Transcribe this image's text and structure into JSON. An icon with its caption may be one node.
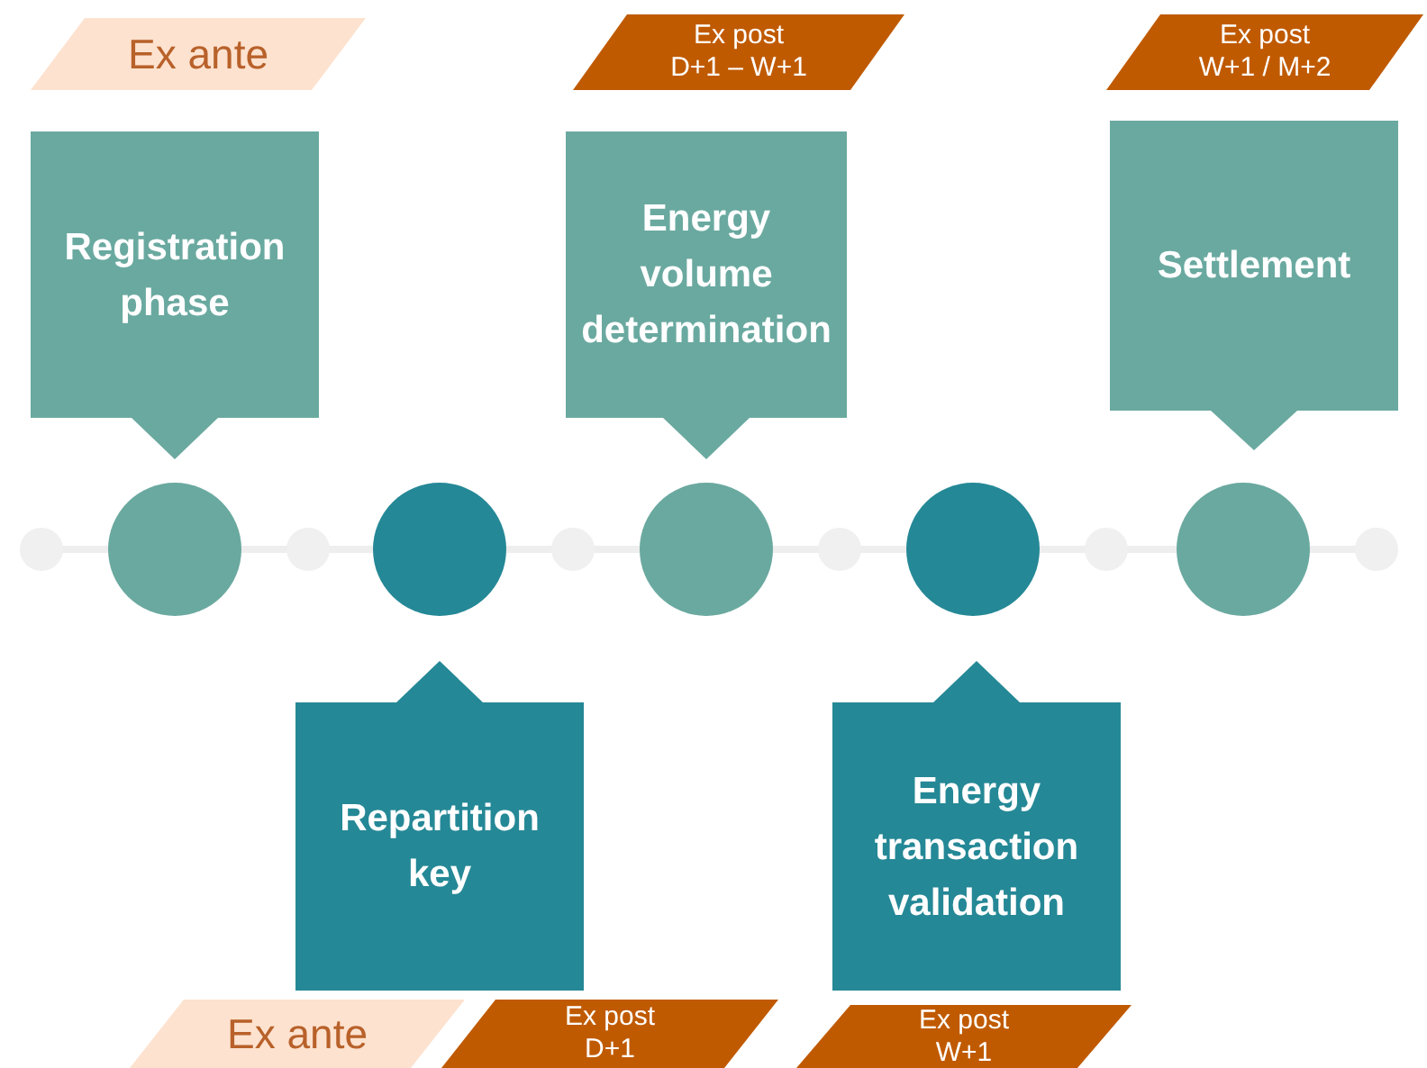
{
  "diagram": {
    "nodes": [
      {
        "text": [
          "Ex ante"
        ]
      },
      {
        "text": [
          "Ex post",
          "D+1 – W+1"
        ]
      },
      {
        "text": [
          "Ex post",
          "W+1 / M+2"
        ]
      },
      {
        "text": [
          "Registration phase"
        ]
      },
      {
        "text": [
          "Energy volume determination"
        ]
      },
      {
        "text": [
          "Settlement"
        ]
      },
      {
        "text": [],
        "shape": "circle"
      },
      {
        "text": [],
        "shape": "circle"
      },
      {
        "text": [],
        "shape": "circle"
      },
      {
        "text": [],
        "shape": "circle"
      },
      {
        "text": [],
        "shape": "circle"
      },
      {
        "text": [
          "Repartition key"
        ]
      },
      {
        "text": [
          "Energy transaction validation"
        ]
      },
      {
        "text": [
          "Ex ante"
        ]
      },
      {
        "text": [
          "Ex post",
          "D+1"
        ]
      },
      {
        "text": [
          "Ex post",
          "W+1"
        ]
      }
    ]
  }
}
